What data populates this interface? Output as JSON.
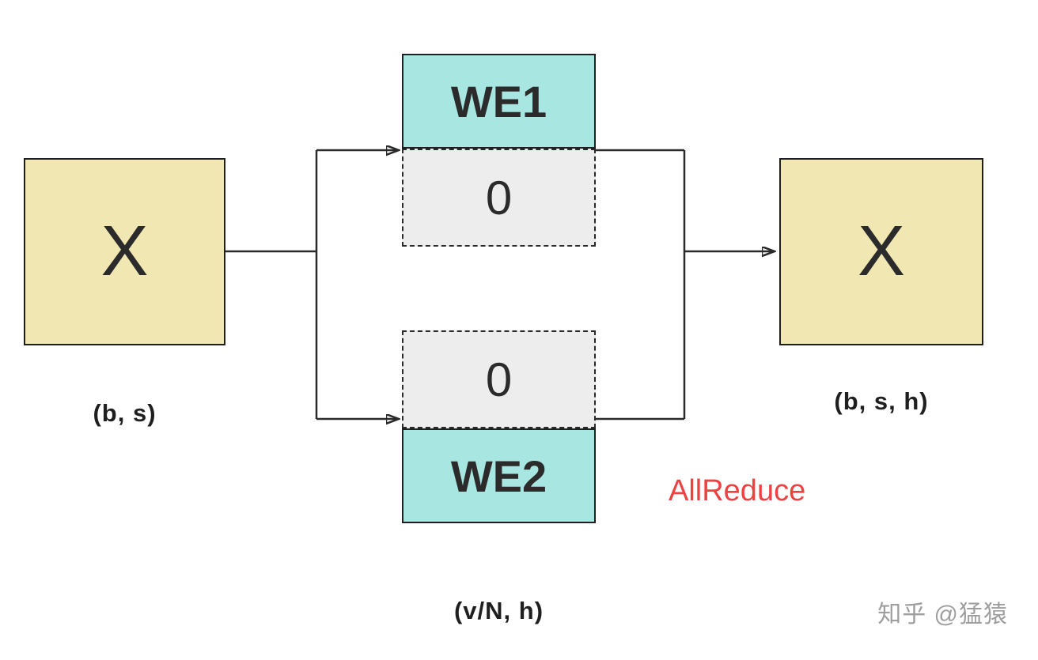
{
  "diagram": {
    "left_box": {
      "label": "X",
      "sublabel": "(b, s)"
    },
    "we1": {
      "label": "WE1",
      "zero_label": "0"
    },
    "we2": {
      "label": "WE2",
      "zero_label": "0"
    },
    "right_box": {
      "label": "X",
      "sublabel": "(b, s, h)"
    },
    "allreduce_label": "AllReduce",
    "middle_sublabel": "(v/N, h)",
    "watermark": "知乎 @猛猿",
    "colors": {
      "box_yellow": "#f0e7b2",
      "box_cyan": "#a8e6e2",
      "zero_gray": "#ededed",
      "accent_red": "#ed4242",
      "line": "#2a2a2a",
      "watermark_gray": "#9e9e9e"
    }
  }
}
